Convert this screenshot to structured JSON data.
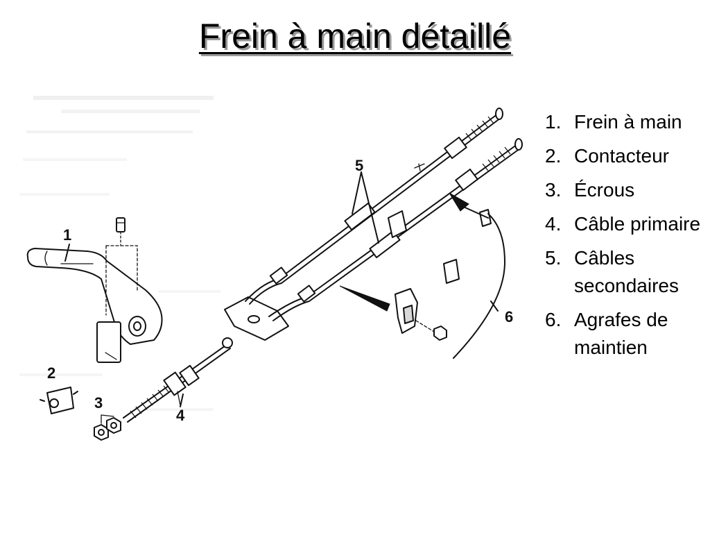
{
  "title": "Frein à main détaillé",
  "legend": {
    "items": [
      {
        "number": "1.",
        "label": "Frein à main"
      },
      {
        "number": "2.",
        "label": "Contacteur"
      },
      {
        "number": "3.",
        "label": "Écrous"
      },
      {
        "number": "4.",
        "label": "Câble primaire"
      },
      {
        "number": "5.",
        "label": "Câbles secondaires"
      },
      {
        "number": "6.",
        "label": "Agrafes de maintien"
      }
    ]
  },
  "diagram": {
    "callouts": {
      "c1": "1",
      "c2": "2",
      "c3": "3",
      "c4": "4",
      "c5": "5",
      "c6": "6"
    }
  }
}
